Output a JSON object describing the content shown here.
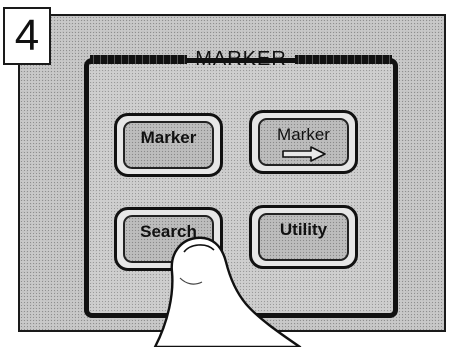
{
  "step_number": "4",
  "group_title": "MARKER",
  "keys": {
    "marker": {
      "label": "Marker"
    },
    "marker_arrow": {
      "label": "Marker",
      "icon": "right-arrow-icon"
    },
    "search": {
      "label": "Search"
    },
    "utility": {
      "label": "Utility"
    }
  },
  "pressed_key": "Search",
  "colors": {
    "line": "#111111",
    "panel": "#c9c9c9",
    "key_face": "#bdbdbd"
  }
}
